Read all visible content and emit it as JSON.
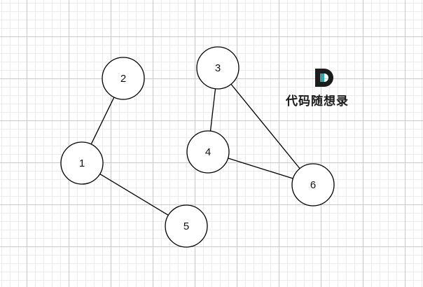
{
  "graph": {
    "nodes": [
      {
        "id": "1",
        "label": "1"
      },
      {
        "id": "2",
        "label": "2"
      },
      {
        "id": "3",
        "label": "3"
      },
      {
        "id": "4",
        "label": "4"
      },
      {
        "id": "5",
        "label": "5"
      },
      {
        "id": "6",
        "label": "6"
      }
    ],
    "edges": [
      {
        "from": "1",
        "to": "2"
      },
      {
        "from": "1",
        "to": "5"
      },
      {
        "from": "3",
        "to": "4"
      },
      {
        "from": "3",
        "to": "6"
      },
      {
        "from": "4",
        "to": "6"
      }
    ]
  },
  "watermark": {
    "brand_text": "代码随想录",
    "mark_letter": "D",
    "colors": {
      "dark": "#1c1c1c",
      "accent": "#3aa3a8"
    }
  },
  "colors": {
    "node_fill": "#ffffff",
    "node_stroke": "#000000",
    "edge": "#000000"
  }
}
